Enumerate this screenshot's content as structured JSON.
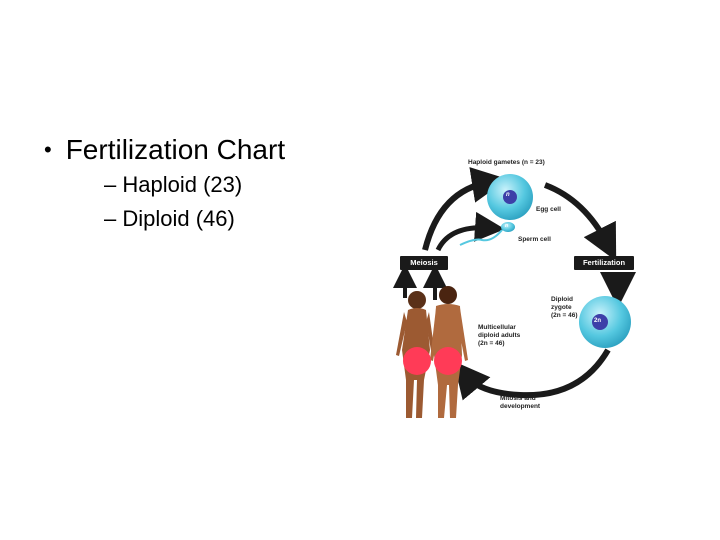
{
  "slide": {
    "bullet": "Fertilization Chart",
    "sub_bullets": [
      "– Haploid (23)",
      "– Diploid (46)"
    ]
  },
  "diagram": {
    "haploid_gametes": "Haploid gametes (n = 23)",
    "egg_cell": "Egg cell",
    "sperm_cell": "Sperm cell",
    "meiosis": "Meiosis",
    "fertilization": "Fertilization",
    "diploid_zygote": "Diploid\nzygote\n(2n = 46)",
    "multicellular_adults": "Multicellular\ndiploid adults\n(2n = 46)",
    "mitosis_development": "Mitosis and\ndevelopment",
    "egg_symbol": "n",
    "sperm_symbol": "n",
    "zygote_symbol": "2n",
    "colors": {
      "cell_fill": "#55c8e0",
      "nucleus": "#3d3fa8",
      "arrow": "#1a1a1a",
      "censor": "#ff3b57",
      "skin": "#9c5a32"
    }
  }
}
